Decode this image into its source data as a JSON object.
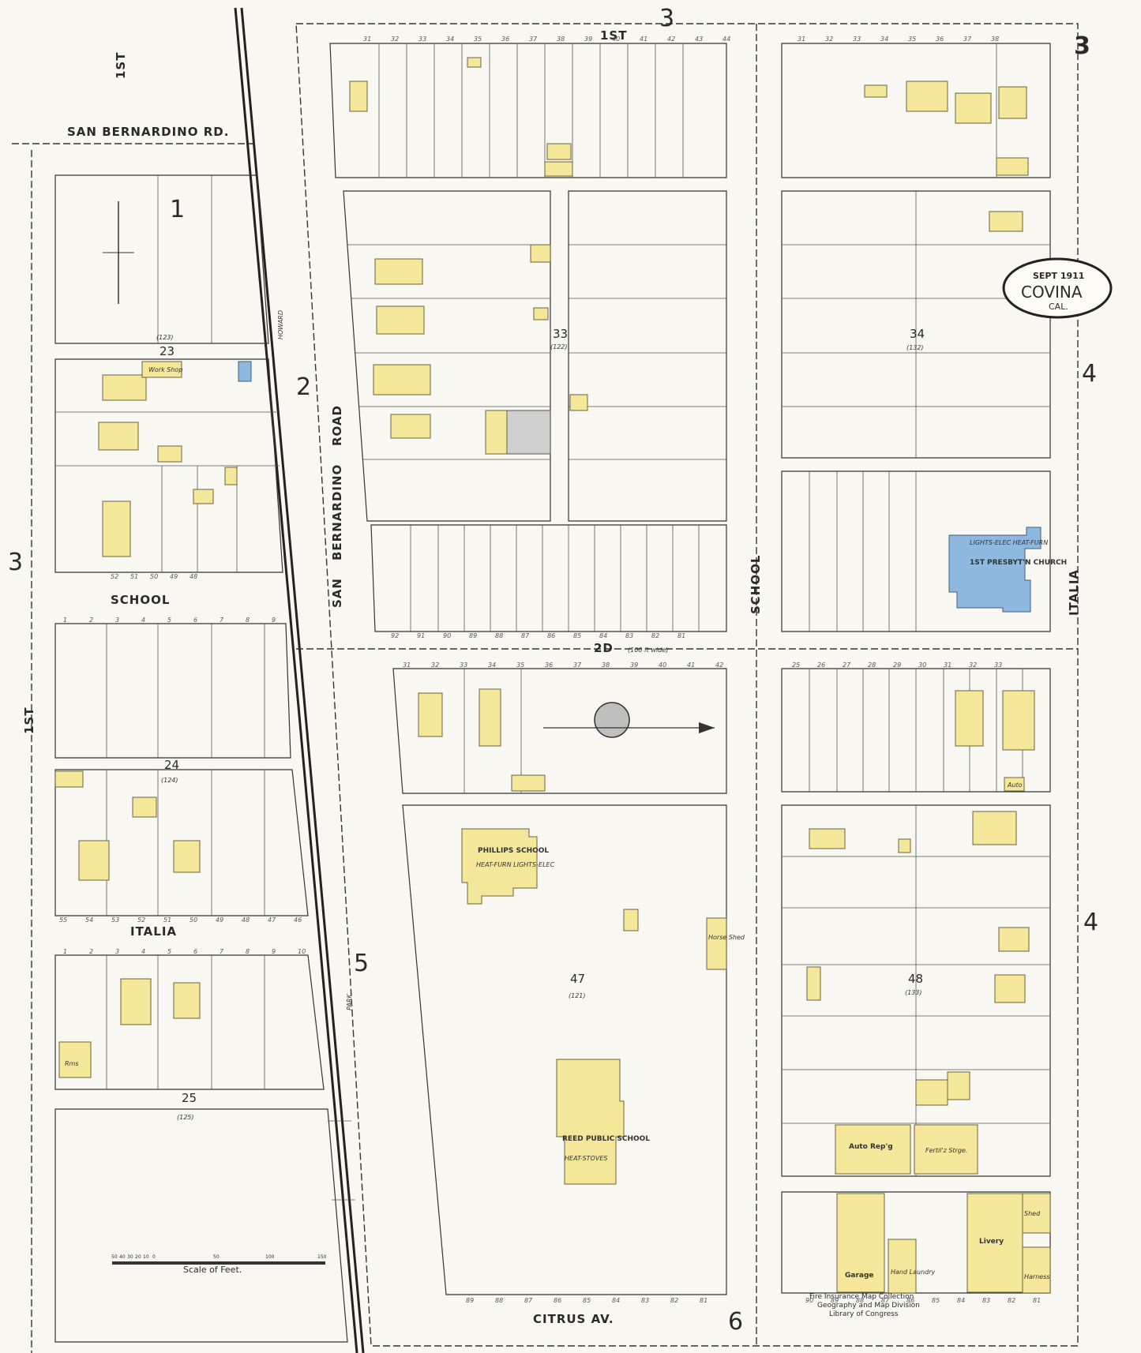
{
  "sheet": {
    "number": "3",
    "stamp_date": "SEPT 1911",
    "stamp_city": "COVINA",
    "stamp_state": "CAL."
  },
  "streets": {
    "san_bernardino_rd": "SAN BERNARDINO RD.",
    "san_bernardino_road_v1": "SAN",
    "san_bernardino_road_v2": "BERNARDINO",
    "san_bernardino_road_v3": "ROAD",
    "school_left": "SCHOOL",
    "school_right": "SCHOOL",
    "italia_left": "ITALIA",
    "italia_right": "ITALIA",
    "citrus": "CITRUS    AV.",
    "first_top": "1ST",
    "first_left_top": "1ST",
    "first_left": "1ST",
    "second": "2D",
    "second_note": "(100 ft wide)",
    "howard": "HOWARD",
    "park": "PARK"
  },
  "blocks": [
    {
      "id": "1",
      "label": "1"
    },
    {
      "id": "23",
      "label": "23",
      "sub": "(123)"
    },
    {
      "id": "24",
      "label": "24",
      "sub": "(124)"
    },
    {
      "id": "25",
      "label": "25",
      "sub": "(125)"
    },
    {
      "id": "33",
      "label": "33",
      "sub": "(122)"
    },
    {
      "id": "34",
      "label": "34",
      "sub": "(132)"
    },
    {
      "id": "47",
      "label": "47",
      "sub": "(121)"
    },
    {
      "id": "48",
      "label": "48",
      "sub": "(133)"
    }
  ],
  "adjacent_sheets": {
    "top": "3",
    "left": "3",
    "middle": "2",
    "lower_mid": "5",
    "bottom": "6",
    "right_upper": "4",
    "right_lower": "4"
  },
  "buildings": {
    "phillips_school": "PHILLIPS SCHOOL",
    "phillips_note": "HEAT-FURN LIGHTS-ELEC",
    "reed_school": "REED PUBLIC SCHOOL",
    "reed_note": "HEAT-STOVES",
    "church": "1ST PRESBYT'N CHURCH",
    "church_note": "LIGHTS-ELEC HEAT-FURN",
    "auto_repg": "Auto Rep'g",
    "fertilz_strge": "Fertil'z Strge.",
    "garage": "Garage",
    "hand_laundry": "Hand Laundry",
    "livery": "Livery",
    "shed": "Shed",
    "harness": "Harness",
    "horse_shed": "Horse Shed",
    "work_shop": "Work Shop",
    "auto": "Auto",
    "rms": "Rms"
  },
  "scale": {
    "label": "Scale of Feet.",
    "ticks": [
      "50",
      "40",
      "30",
      "20",
      "10",
      "0",
      "50",
      "100",
      "150"
    ]
  },
  "archive_stamp": [
    "Fire Insurance Map Collection",
    "Geography and Map Division",
    "Library of Congress"
  ],
  "colors": {
    "paper": "#f4f2ea",
    "frame": "#f8f7f2",
    "building": "#f5e79a",
    "brick": "#8fb8e0",
    "ink": "#333333"
  },
  "lot_numbers": {
    "b33_top": [
      "31",
      "32",
      "33",
      "34",
      "35",
      "36",
      "37",
      "38",
      "39",
      "40",
      "41",
      "42",
      "43",
      "44"
    ],
    "b34_top": [
      "31",
      "32",
      "33",
      "34",
      "35",
      "36",
      "37",
      "38"
    ],
    "b_2d_bottom": [
      "92",
      "91",
      "90",
      "89",
      "88",
      "87",
      "86",
      "85",
      "84",
      "83",
      "82",
      "81"
    ],
    "b47_top": [
      "31",
      "32",
      "33",
      "34",
      "35",
      "36",
      "37",
      "38",
      "39",
      "40",
      "41",
      "42"
    ],
    "b23_bottom": [
      "52",
      "51",
      "50",
      "49",
      "48"
    ],
    "b24_top": [
      "1",
      "2",
      "3",
      "4",
      "5",
      "6",
      "7",
      "8",
      "9"
    ],
    "b24_bottom": [
      "55",
      "54",
      "53",
      "52",
      "51",
      "50",
      "49",
      "48",
      "47",
      "46"
    ],
    "b25_top": [
      "1",
      "2",
      "3",
      "4",
      "5",
      "6",
      "7",
      "8",
      "9",
      "10"
    ],
    "b48_top": [
      "25",
      "26",
      "27",
      "28",
      "29",
      "30",
      "31",
      "32",
      "33"
    ],
    "b47_bottom": [
      "89",
      "88",
      "87",
      "86",
      "85",
      "84",
      "83",
      "82",
      "81"
    ],
    "b48_bottom": [
      "90",
      "89",
      "88",
      "87",
      "86",
      "85",
      "84",
      "83",
      "82",
      "81"
    ]
  }
}
